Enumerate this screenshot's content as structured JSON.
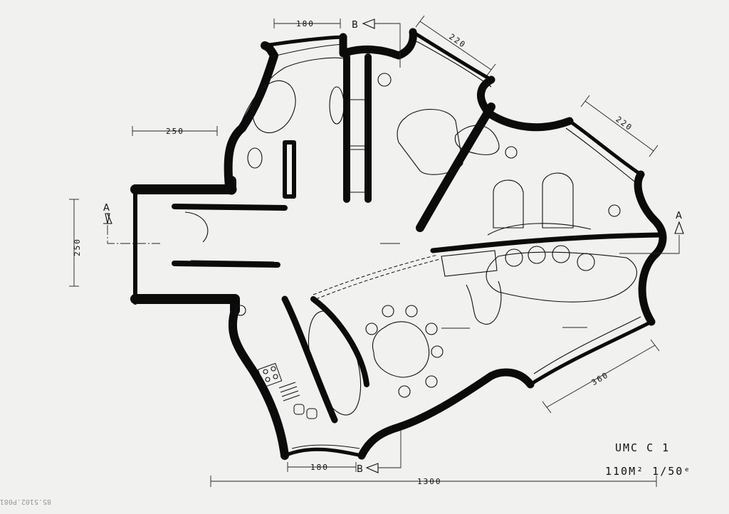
{
  "dimensions": {
    "top_left": "180",
    "top_right_upper": "220",
    "top_right_lower": "220",
    "left_upper": "250",
    "left_side": "250",
    "bottom_right": "360",
    "bottom_left": "180",
    "overall": "1300"
  },
  "sections": {
    "a_left": "A",
    "a_right": "A",
    "b_top": "B",
    "b_bottom": "B"
  },
  "title_block": {
    "project": "UMC  C 1",
    "area_scale": "110M² 1/50ᵉ"
  },
  "archive_stamp": "85.5102.P081"
}
